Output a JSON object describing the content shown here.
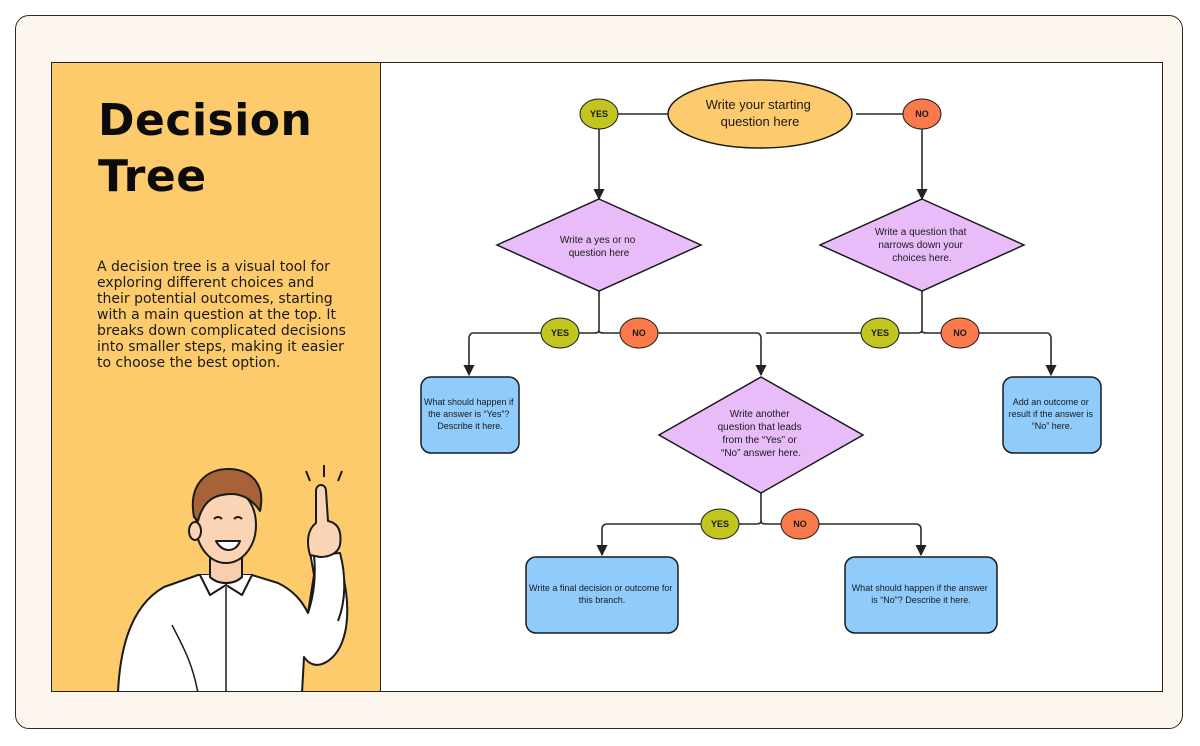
{
  "title": {
    "line1": "Decision",
    "line2": "Tree"
  },
  "description": "A decision tree is a visual tool for exploring different choices and their potential outcomes, starting with a main question at the top. It breaks down complicated decisions into smaller steps, making it easier to choose the best option.",
  "colors": {
    "panel": "#fdcb6b",
    "start_node": "#fdca6e",
    "question_node": "#e7bcf9",
    "outcome_node": "#8fcbfb",
    "yes_badge": "#c2c420",
    "no_badge": "#fb7a4c"
  },
  "illustration": {
    "icon": "man-pointing-up-icon"
  },
  "diagram": {
    "start": {
      "lines": [
        "Write your starting",
        "question here"
      ]
    },
    "left_question": {
      "lines": [
        "Write a yes or no",
        "question here"
      ]
    },
    "right_question": {
      "lines": [
        "Write a question that",
        "narrows down your",
        "choices here."
      ]
    },
    "middle_question": {
      "lines": [
        "Write another",
        "question that leads",
        "from the “Yes” or",
        "“No” answer here."
      ]
    },
    "outcome_left": {
      "lines": [
        "What should happen if",
        "the answer is “Yes”?",
        "Describe it here."
      ]
    },
    "outcome_right": {
      "lines": [
        "Add an outcome or",
        "result if the answer is",
        "“No” here."
      ]
    },
    "outcome_bottom_left": {
      "lines": [
        "Write a final decision or outcome for",
        "this branch."
      ]
    },
    "outcome_bottom_right": {
      "lines": [
        "What should happen if the answer",
        "is “No”? Describe it here."
      ]
    },
    "yes_label": "YES",
    "no_label": "NO"
  }
}
